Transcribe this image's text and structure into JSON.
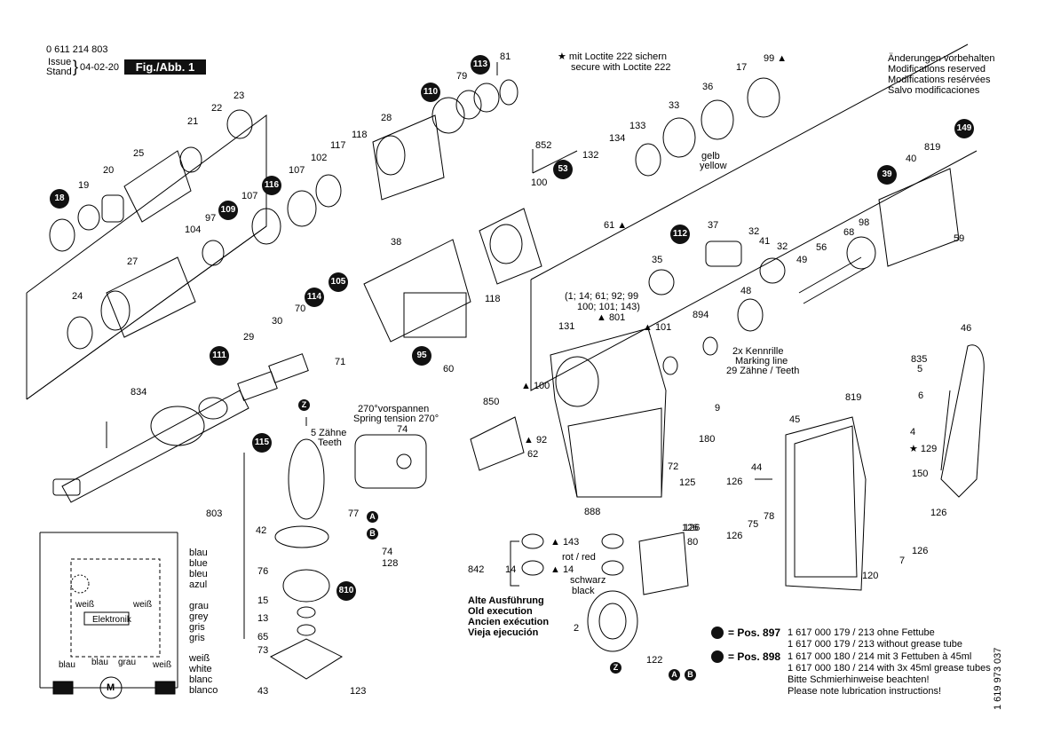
{
  "header": {
    "part_number": "0 611 214 803",
    "issue_label_1": "Issue",
    "issue_label_2": "Stand",
    "issue_date": "04-02-20",
    "fig_label": "Fig./Abb. 1"
  },
  "loctite_note": {
    "line1": "★ mit Loctite 222 sichern",
    "line2": "secure with Loctite 222"
  },
  "changes_note": [
    "Änderungen vorbehalten",
    "Modifications reserved",
    "Modifications resérvées",
    "Salvo modificaciones"
  ],
  "spring_note": [
    "270°vorspannen",
    "Spring tension 270°"
  ],
  "teeth_note": [
    "5 Zähne",
    "Teeth"
  ],
  "marking_note": [
    "2x Kennrille",
    "Marking line",
    "29 Zähne / Teeth"
  ],
  "gelb_note": [
    "gelb",
    "yellow"
  ],
  "kit_note": [
    "(1; 14; 61; 92; 99",
    "100; 101; 143)"
  ],
  "old_exec": [
    "Alte Ausführung",
    "Old execution",
    "Ancien exécution",
    "Vieja ejecución"
  ],
  "wire_colors": {
    "blau": [
      "blau",
      "blue",
      "bleu",
      "azul"
    ],
    "grau": [
      "grau",
      "grey",
      "gris",
      "gris"
    ],
    "weiss": [
      "weiß",
      "white",
      "blanc",
      "blanco"
    ],
    "elektronik": "Elektronik",
    "diag_weiss_1": "weiß",
    "diag_weiss_2": "weiß",
    "diag_blau_a": "blau",
    "diag_blau_b": "blau",
    "diag_grau": "grau",
    "diag_weiss_3": "weiß",
    "motor": "M"
  },
  "rot_red": "rot / red",
  "schwarz_black": [
    "schwarz",
    "black"
  ],
  "pos_note": {
    "pos897_label": "= Pos. 897",
    "pos897_line1": "1 617 000 179 / 213 ohne Fettube",
    "pos897_line2": "1 617 000 179 / 213 without grease tube",
    "pos898_label": "= Pos. 898",
    "pos898_line1": "1 617 000 180 / 214 mit 3 Fettuben à 45ml",
    "pos898_line2": "1 617 000 180 / 214 with 3x 45ml grease tubes",
    "line5": "Bitte Schmierhinweise beachten!",
    "line6": "Please note lubrication instructions!"
  },
  "drawing_number": "1 619 973 037",
  "bubbles": [
    "18",
    "113",
    "110",
    "109",
    "116",
    "114",
    "105",
    "111",
    "95",
    "115",
    "53",
    "112",
    "39",
    "149",
    "810"
  ],
  "letters": [
    "Z",
    "A",
    "B",
    "Z",
    "A",
    "B"
  ],
  "part_labels": [
    "81",
    "79",
    "23",
    "22",
    "21",
    "28",
    "20",
    "25",
    "19",
    "118",
    "117",
    "102",
    "107",
    "107",
    "97",
    "104",
    "27",
    "24",
    "38",
    "118",
    "29",
    "30",
    "70",
    "71",
    "60",
    "834",
    "852",
    "100",
    "132",
    "134",
    "133",
    "33",
    "36",
    "17",
    "99 ▲",
    "61 ▲",
    "37",
    "32",
    "41",
    "32",
    "35",
    "56",
    "49",
    "68",
    "98",
    "40",
    "819",
    "59",
    "131",
    "▲ 801",
    "▲ 101",
    "894",
    "48",
    "850",
    "▲ 100",
    "▲ 92",
    "62",
    "9",
    "180",
    "72",
    "125",
    "888",
    "819",
    "45",
    "46",
    "835",
    "5",
    "6",
    "4",
    "★ 129",
    "150",
    "44",
    "126",
    "126",
    "75",
    "78",
    "126",
    "126",
    "120",
    "7",
    "126",
    "803",
    "74",
    "77",
    "42",
    "76",
    "15",
    "13",
    "65",
    "73",
    "43",
    "123",
    "74",
    "128",
    "842",
    "14",
    "▲ 143",
    "▲ 14",
    "80",
    "126",
    "2",
    "122"
  ]
}
